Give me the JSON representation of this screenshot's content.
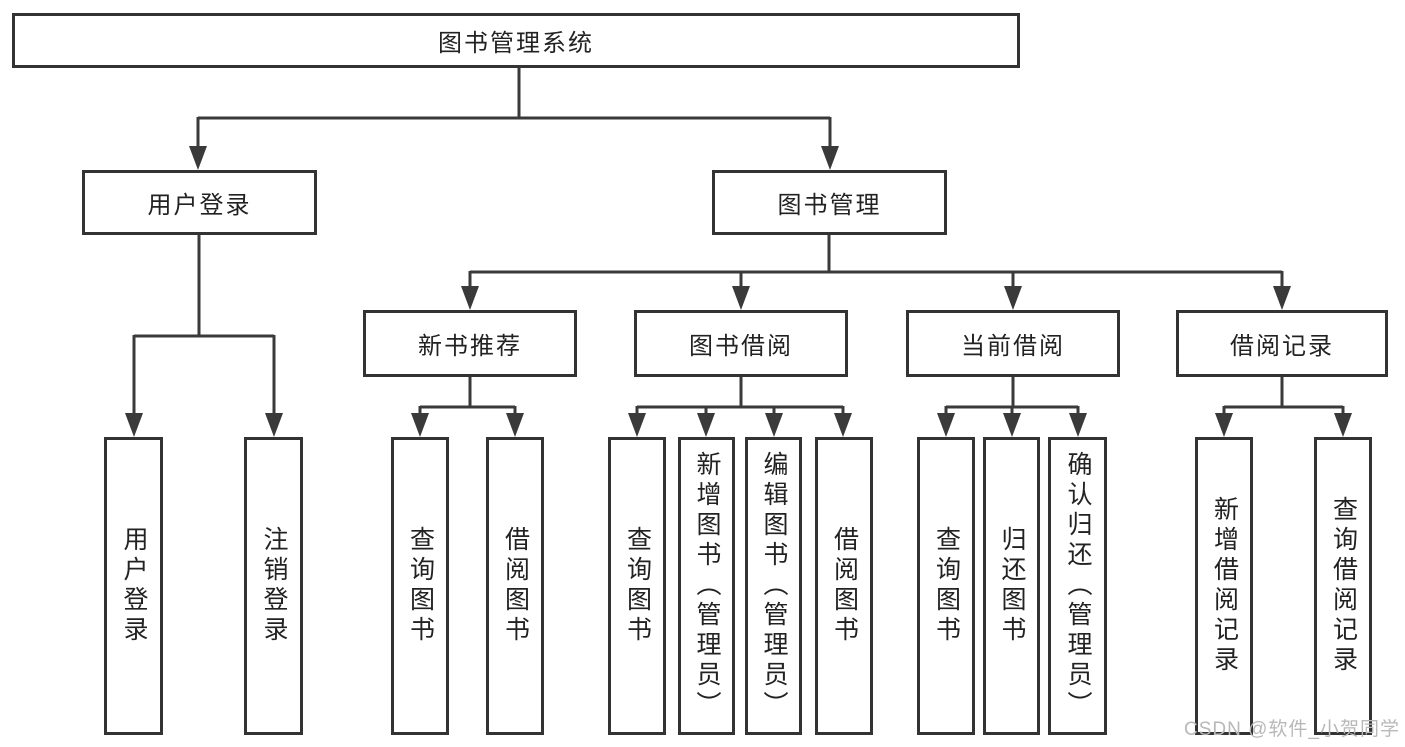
{
  "nodes": {
    "root": {
      "label": "图书管理系统"
    },
    "l2": [
      {
        "label": "用户登录"
      },
      {
        "label": "图书管理"
      }
    ],
    "l3": [
      {
        "label": "新书推荐"
      },
      {
        "label": "图书借阅"
      },
      {
        "label": "当前借阅"
      },
      {
        "label": "借阅记录"
      }
    ],
    "leaf": [
      {
        "label": "用户登录"
      },
      {
        "label": "注销登录"
      },
      {
        "label": "查询图书"
      },
      {
        "label": "借阅图书"
      },
      {
        "label": "查询图书"
      },
      {
        "label": "新增图书（管理员）"
      },
      {
        "label": "编辑图书（管理员）"
      },
      {
        "label": "借阅图书"
      },
      {
        "label": "查询图书"
      },
      {
        "label": "归还图书"
      },
      {
        "label": "确认归还（管理员）"
      },
      {
        "label": "新增借阅记录"
      },
      {
        "label": "查询借阅记录"
      }
    ]
  },
  "watermark": {
    "text": "CSDN @软件_小贺同学"
  },
  "colors": {
    "line": "#3a3a3a",
    "border": "#333333",
    "text": "#222222",
    "background": "#ffffff",
    "watermark": "#b8b8b8"
  }
}
